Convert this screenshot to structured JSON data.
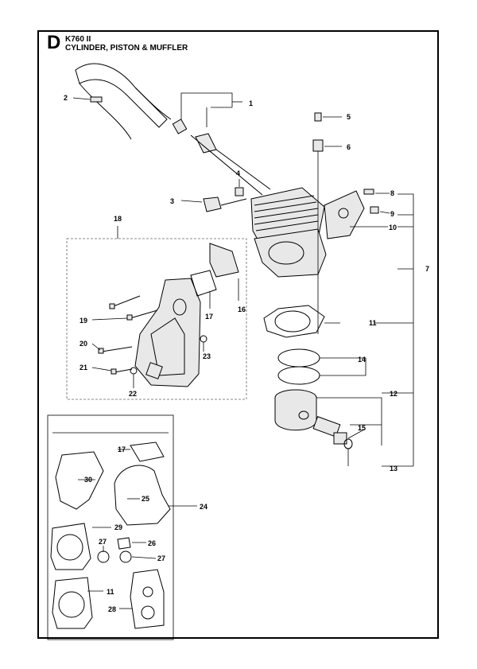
{
  "header": {
    "section_letter": "D",
    "model": "K760 II",
    "title": "CYLINDER, PISTON & MUFFLER"
  },
  "callouts": {
    "c1": "1",
    "c2": "2",
    "c3": "3",
    "c4": "4",
    "c5": "5",
    "c6": "6",
    "c7": "7",
    "c8": "8",
    "c9": "9",
    "c10": "10",
    "c11": "11",
    "c12": "12",
    "c13": "13",
    "c14": "14",
    "c15": "15",
    "c16": "16",
    "c17": "17",
    "c18": "18",
    "c19": "19",
    "c20": "20",
    "c21": "21",
    "c22": "22",
    "c23": "23",
    "c24": "24",
    "kit_c17": "17",
    "kit_c30": "30",
    "kit_c25": "25",
    "kit_c29": "29",
    "kit_c27a": "27",
    "kit_c26": "26",
    "kit_c27b": "27",
    "kit_c11": "11",
    "kit_c28": "28"
  }
}
